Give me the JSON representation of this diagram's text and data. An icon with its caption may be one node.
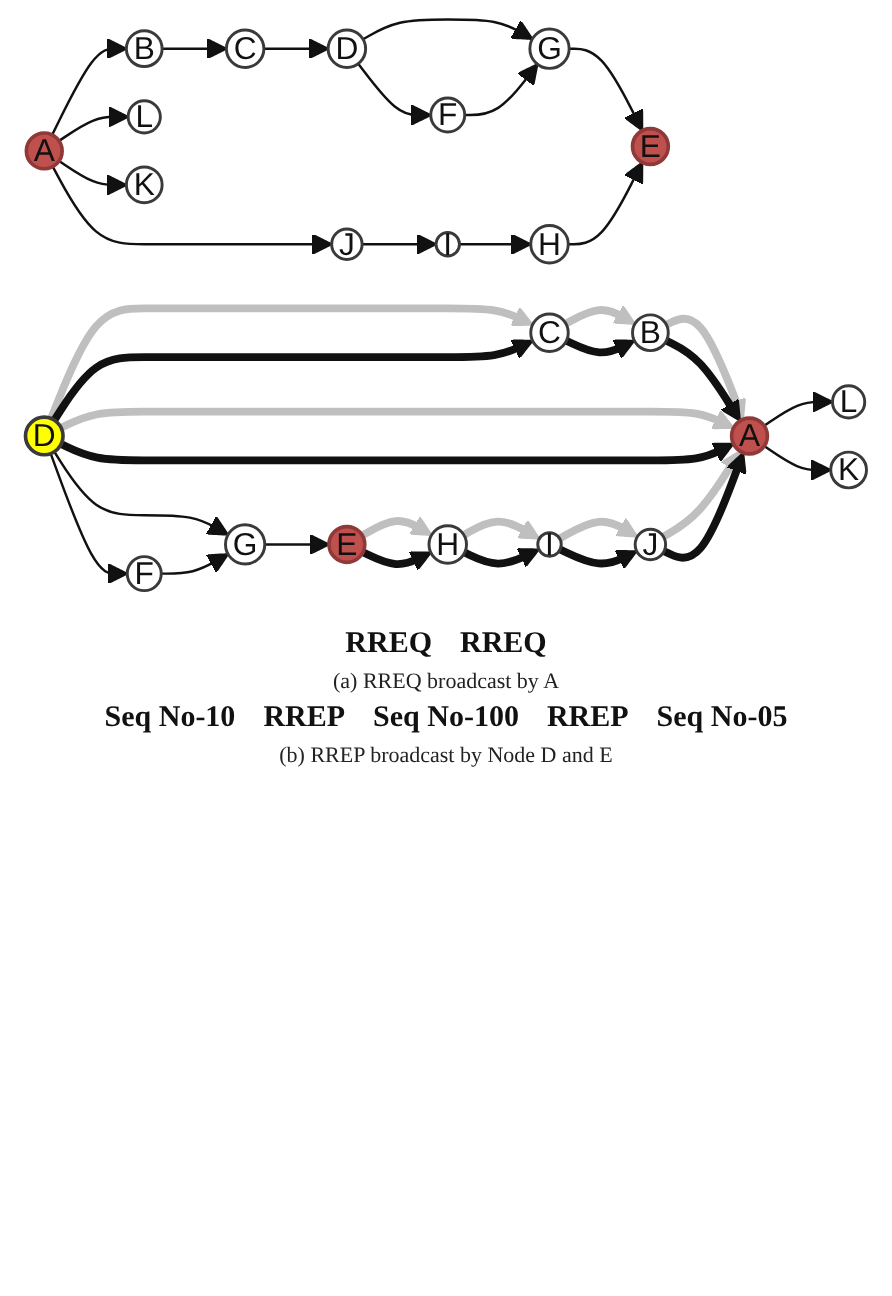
{
  "diagram": {
    "nodes": [
      {
        "text": [
          "B"
        ]
      },
      {
        "text": [
          "C"
        ]
      },
      {
        "text": [
          "F"
        ]
      },
      {
        "text": [
          "L"
        ]
      },
      {
        "text": [
          "D"
        ]
      },
      {
        "text": [
          "A"
        ]
      },
      {
        "text": [
          "G"
        ]
      },
      {
        "text": [
          "H"
        ]
      },
      {
        "text": [
          "K"
        ]
      },
      {
        "text": [
          "J"
        ]
      },
      {
        "text": [
          "E"
        ]
      },
      {
        "text": [
          "I"
        ]
      },
      {
        "text": [
          "B"
        ]
      },
      {
        "text": [
          "C"
        ]
      },
      {
        "text": [
          "F"
        ]
      },
      {
        "text": [
          "L"
        ]
      },
      {
        "text": [
          "D"
        ]
      },
      {
        "text": [
          "A"
        ]
      },
      {
        "text": [
          "G"
        ]
      },
      {
        "text": [
          "H"
        ]
      },
      {
        "text": [
          "K"
        ]
      },
      {
        "text": [
          "J"
        ]
      },
      {
        "text": [
          "E"
        ]
      },
      {
        "text": [
          "I"
        ]
      }
    ],
    "edges": [
      {
        "from": 5,
        "to": 3,
        "arrow": "to"
      },
      {
        "from": 5,
        "to": 0,
        "arrow": "to"
      },
      {
        "from": 5,
        "to": 8,
        "arrow": "to"
      },
      {
        "from": 5,
        "to": 9,
        "arrow": "to"
      },
      {
        "from": 0,
        "to": 1,
        "arrow": "to"
      },
      {
        "from": 1,
        "to": 4,
        "arrow": "to"
      },
      {
        "from": 4,
        "to": 2,
        "arrow": "to"
      },
      {
        "from": 4,
        "to": 6,
        "arrow": "to"
      },
      {
        "from": 2,
        "to": 6,
        "arrow": "to"
      },
      {
        "from": 6,
        "to": 10,
        "arrow": "to"
      },
      {
        "from": 9,
        "to": 11,
        "arrow": "to"
      },
      {
        "from": 11,
        "to": 7,
        "arrow": "to"
      },
      {
        "from": 7,
        "to": 10,
        "arrow": "to"
      },
      {
        "from": 13,
        "to": 12,
        "arrow": "to",
        "style": "thick",
        "color": "#bfbfbf"
      },
      {
        "from": 13,
        "to": 12,
        "arrow": "to",
        "style": "thick"
      },
      {
        "from": 12,
        "to": 17,
        "arrow": "to",
        "style": "thick",
        "color": "#bfbfbf"
      },
      {
        "from": 12,
        "to": 17,
        "arrow": "to",
        "style": "thick"
      },
      {
        "from": 16,
        "to": 13,
        "arrow": "to",
        "style": "thick",
        "color": "#bfbfbf"
      },
      {
        "from": 16,
        "to": 13,
        "arrow": "to",
        "style": "thick"
      },
      {
        "from": 16,
        "to": 17,
        "arrow": "to",
        "style": "thick",
        "color": "#bfbfbf"
      },
      {
        "from": 16,
        "to": 17,
        "arrow": "to",
        "style": "thick"
      },
      {
        "from": 16,
        "to": 14,
        "arrow": "to"
      },
      {
        "from": 16,
        "to": 18,
        "arrow": "to"
      },
      {
        "from": 14,
        "to": 18,
        "arrow": "to"
      },
      {
        "from": 17,
        "to": 15,
        "arrow": "to"
      },
      {
        "from": 17,
        "to": 20,
        "arrow": "to"
      },
      {
        "from": 18,
        "to": 22,
        "arrow": "to"
      },
      {
        "from": 22,
        "to": 19,
        "arrow": "to",
        "style": "thick",
        "color": "#bfbfbf"
      },
      {
        "from": 22,
        "to": 19,
        "arrow": "to",
        "style": "thick"
      },
      {
        "from": 19,
        "to": 23,
        "arrow": "to",
        "style": "thick",
        "color": "#bfbfbf"
      },
      {
        "from": 19,
        "to": 23,
        "arrow": "to",
        "style": "thick"
      },
      {
        "from": 23,
        "to": 21,
        "arrow": "to",
        "style": "thick",
        "color": "#bfbfbf"
      },
      {
        "from": 23,
        "to": 21,
        "arrow": "to",
        "style": "thick"
      },
      {
        "from": 21,
        "to": 17,
        "arrow": "to",
        "style": "thick",
        "color": "#bfbfbf"
      },
      {
        "from": 21,
        "to": 17,
        "arrow": "to",
        "style": "thick"
      }
    ],
    "labels": [
      "RREQ",
      "RREQ",
      "(a) RREQ broadcast by A",
      "Seq No-10",
      "RREP",
      "Seq No-100",
      "RREP",
      "Seq No-05",
      "(b) RREP broadcast by Node D and E"
    ]
  }
}
